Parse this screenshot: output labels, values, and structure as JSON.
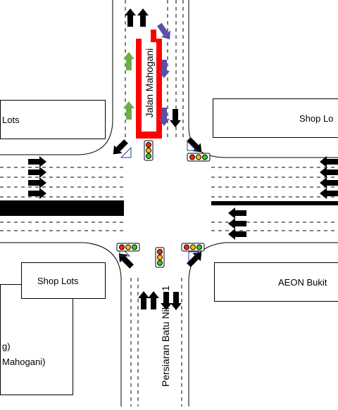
{
  "roads": {
    "north_road": "Jalan Mahogani",
    "south_road": "Persiaran Batu Nilam 1"
  },
  "buildings": {
    "nw": "Lots",
    "ne": "Shop Lo",
    "sw_shop": "Shop Lots",
    "se": "AEON Bukit",
    "sw_partial_1": "g)",
    "sw_partial_2": "Mahogani)"
  },
  "colors": {
    "route_highlight": "#ff0000",
    "arrow_green": "#70ad47",
    "arrow_purple": "#5b4fa8",
    "signal_red": "#ff2a00",
    "signal_amber": "#ffc000",
    "signal_green": "#33cc33",
    "arrow_black": "#000000"
  },
  "icons": {
    "signal": "traffic-light-icon",
    "arrow": "lane-direction-arrow-icon",
    "camera": "triangle-marker-icon"
  }
}
